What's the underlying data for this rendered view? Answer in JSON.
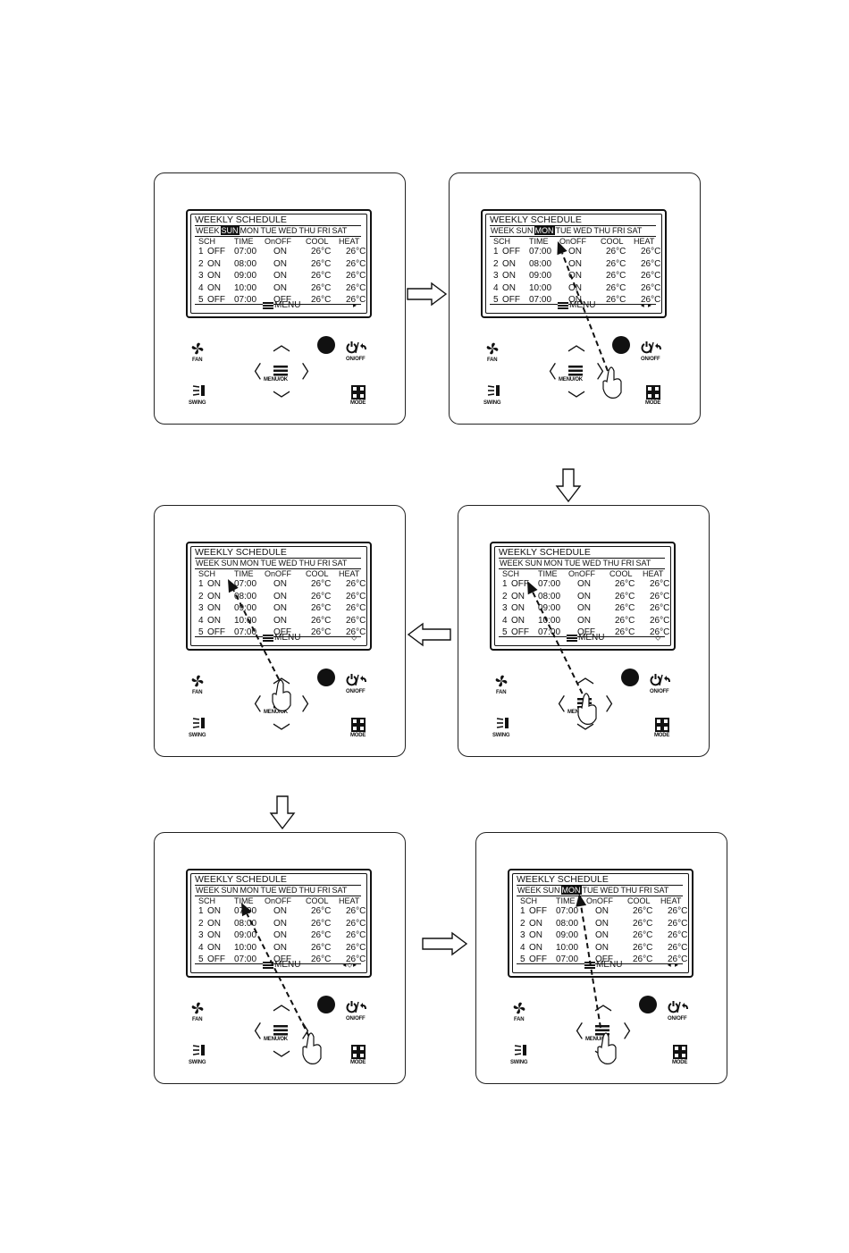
{
  "screen": {
    "title": "WEEKLY SCHEDULE",
    "week_label": "WEEK",
    "days": [
      "SUN",
      "MON",
      "TUE",
      "WED",
      "THU",
      "FRI",
      "SAT"
    ],
    "headers": [
      "SCH",
      "TIME",
      "OnOFF",
      "COOL",
      "HEAT"
    ],
    "menu_label": "MENU"
  },
  "buttons": {
    "fan": "FAN",
    "swing": "SWING",
    "onoff": "ON/OFF",
    "mode": "MODE",
    "menuok": "MENU/OK"
  },
  "panels": [
    {
      "id": "step-1",
      "highlight_day": "SUN",
      "nav": "▸",
      "rows": [
        [
          "1",
          "OFF",
          "07:00",
          "ON",
          "26°C",
          "26°C"
        ],
        [
          "2",
          "ON",
          "08:00",
          "ON",
          "26°C",
          "26°C"
        ],
        [
          "3",
          "ON",
          "09:00",
          "ON",
          "26°C",
          "26°C"
        ],
        [
          "4",
          "ON",
          "10:00",
          "ON",
          "26°C",
          "26°C"
        ],
        [
          "5",
          "OFF",
          "07:00",
          "OFF",
          "26°C",
          "26°C"
        ]
      ]
    },
    {
      "id": "step-2",
      "highlight_day": "MON",
      "nav": "◂ ▸",
      "rows": [
        [
          "1",
          "OFF",
          "07:00",
          "ON",
          "26°C",
          "26°C"
        ],
        [
          "2",
          "ON",
          "08:00",
          "ON",
          "26°C",
          "26°C"
        ],
        [
          "3",
          "ON",
          "09:00",
          "ON",
          "26°C",
          "26°C"
        ],
        [
          "4",
          "ON",
          "10:00",
          "ON",
          "26°C",
          "26°C"
        ],
        [
          "5",
          "OFF",
          "07:00",
          "ON",
          "26°C",
          "26°C"
        ]
      ]
    },
    {
      "id": "step-3",
      "highlight_day": "",
      "nav": "⬦",
      "rows": [
        [
          "1",
          "OFF",
          "07:00",
          "ON",
          "26°C",
          "26°C"
        ],
        [
          "2",
          "ON",
          "08:00",
          "ON",
          "26°C",
          "26°C"
        ],
        [
          "3",
          "ON",
          "09:00",
          "ON",
          "26°C",
          "26°C"
        ],
        [
          "4",
          "ON",
          "10:00",
          "ON",
          "26°C",
          "26°C"
        ],
        [
          "5",
          "OFF",
          "07:00",
          "OFF",
          "26°C",
          "26°C"
        ]
      ]
    },
    {
      "id": "step-4",
      "highlight_day": "",
      "nav": "⬦",
      "rows": [
        [
          "1",
          "ON",
          "07:00",
          "ON",
          "26°C",
          "26°C"
        ],
        [
          "2",
          "ON",
          "08:00",
          "ON",
          "26°C",
          "26°C"
        ],
        [
          "3",
          "ON",
          "09:00",
          "ON",
          "26°C",
          "26°C"
        ],
        [
          "4",
          "ON",
          "10:00",
          "ON",
          "26°C",
          "26°C"
        ],
        [
          "5",
          "OFF",
          "07:00",
          "OFF",
          "26°C",
          "26°C"
        ]
      ]
    },
    {
      "id": "step-5",
      "highlight_day": "",
      "nav": "◂⬦▸",
      "rows": [
        [
          "1",
          "ON",
          "07:00",
          "ON",
          "26°C",
          "26°C"
        ],
        [
          "2",
          "ON",
          "08:00",
          "ON",
          "26°C",
          "26°C"
        ],
        [
          "3",
          "ON",
          "09:00",
          "ON",
          "26°C",
          "26°C"
        ],
        [
          "4",
          "ON",
          "10:00",
          "ON",
          "26°C",
          "26°C"
        ],
        [
          "5",
          "OFF",
          "07:00",
          "OFF",
          "26°C",
          "26°C"
        ]
      ]
    },
    {
      "id": "step-6",
      "highlight_day": "MON",
      "nav": "◂ ▸",
      "rows": [
        [
          "1",
          "OFF",
          "07:00",
          "ON",
          "26°C",
          "26°C"
        ],
        [
          "2",
          "ON",
          "08:00",
          "ON",
          "26°C",
          "26°C"
        ],
        [
          "3",
          "ON",
          "09:00",
          "ON",
          "26°C",
          "26°C"
        ],
        [
          "4",
          "ON",
          "10:00",
          "ON",
          "26°C",
          "26°C"
        ],
        [
          "5",
          "OFF",
          "07:00",
          "OFF",
          "26°C",
          "26°C"
        ]
      ]
    }
  ]
}
